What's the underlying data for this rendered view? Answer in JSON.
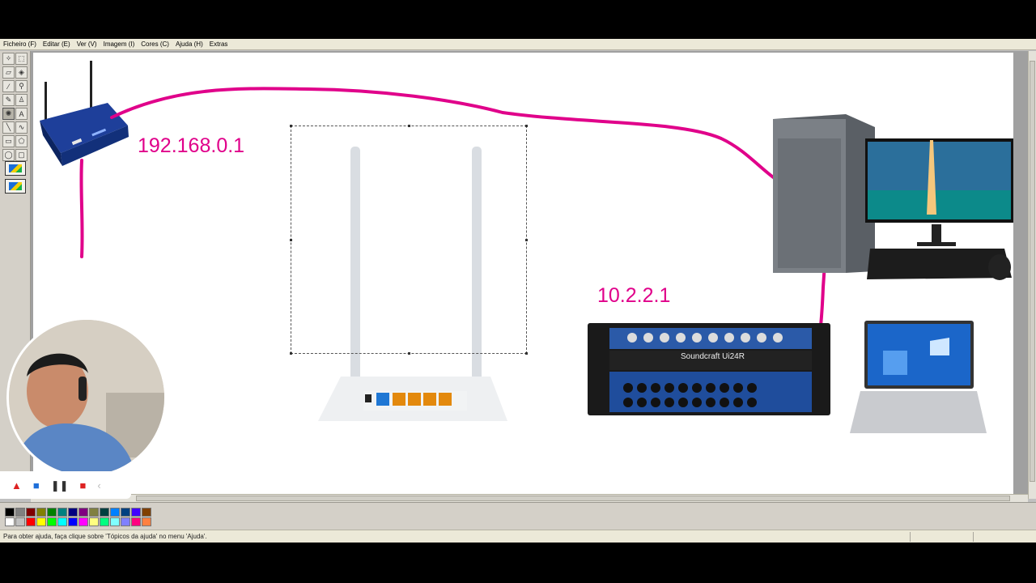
{
  "menu": {
    "items": [
      "Ficheiro (F)",
      "Editar (E)",
      "Ver (V)",
      "Imagem (I)",
      "Cores (C)",
      "Ajuda (H)",
      "Extras"
    ]
  },
  "toolbox": {
    "tools": [
      "free-select-icon",
      "rect-select-icon",
      "eraser-icon",
      "fill-bucket-icon",
      "color-picker-icon",
      "magnifier-icon",
      "pencil-icon",
      "brush-icon",
      "airbrush-icon",
      "text-icon",
      "line-icon",
      "curve-icon",
      "rectangle-icon",
      "polygon-icon",
      "ellipse-icon",
      "rounded-rect-icon"
    ],
    "active_tool": 8
  },
  "canvas": {
    "labels": {
      "router_ip": "192.168.0.1",
      "mixer_ip": "10.2.2.1"
    },
    "cable_color": "#e0008a",
    "mixer_brand": "Soundcraft Ui24R"
  },
  "palette": {
    "colors": [
      "#000000",
      "#808080",
      "#800000",
      "#808000",
      "#008000",
      "#008080",
      "#000080",
      "#800080",
      "#808040",
      "#004040",
      "#0080ff",
      "#004080",
      "#4000ff",
      "#804000",
      "#ffffff",
      "#c0c0c0",
      "#ff0000",
      "#ffff00",
      "#00ff00",
      "#00ffff",
      "#0000ff",
      "#ff00ff",
      "#ffff80",
      "#00ff80",
      "#80ffff",
      "#8080ff",
      "#ff0080",
      "#ff8040"
    ]
  },
  "status": {
    "text": "Para obter ajuda, faça clique sobre 'Tópicos da ajuda' no menu 'Ajuda'."
  },
  "colors": {
    "accent": "#e0008a",
    "chrome": "#ece9d8",
    "toolbox": "#d4d0c8"
  }
}
